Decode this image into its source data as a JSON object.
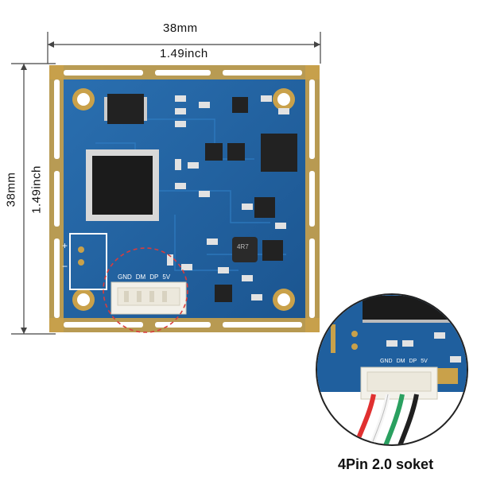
{
  "dimensions": {
    "width_mm": "38mm",
    "width_inch": "1.49inch",
    "height_mm": "38mm",
    "height_inch": "1.49inch"
  },
  "board": {
    "silkscreen_plus": "+",
    "silkscreen_minus": "−",
    "pin_labels": [
      "GND",
      "DM",
      "DP",
      "5V"
    ],
    "inductor_marking": "4R7",
    "colors": {
      "pcb": "#1f5f9e",
      "pad": "#c9a14a",
      "connector": "#f3f1ea",
      "highlight_circle": "#d93c3c"
    }
  },
  "inset": {
    "pin_labels": [
      "GND",
      "DM",
      "DP",
      "5V"
    ],
    "wire_colors": [
      "#e03030",
      "#f5f5f5",
      "#2aa060",
      "#202020"
    ],
    "caption": "4Pin 2.0 soket"
  }
}
